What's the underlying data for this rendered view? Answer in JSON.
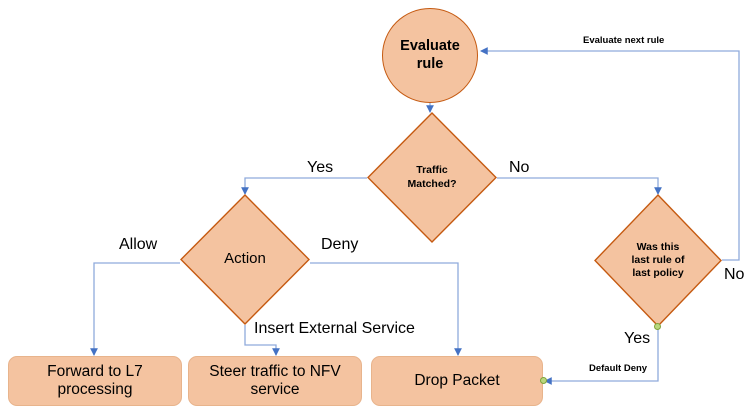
{
  "diagram": {
    "title": "Firewall rule evaluation flowchart",
    "colors": {
      "shape_fill": "#F4C3A0",
      "shape_stroke": "#C55A11",
      "box_stroke": "#E8B48C",
      "connector": "#8FAADC",
      "arrowhead": "#4472C4",
      "port": "#B9D77E",
      "text": "#000000",
      "background": "#FFFFFF"
    },
    "nodes": {
      "evaluate_rule": {
        "label": "Evaluate\nrule",
        "line1": "Evaluate",
        "line2": "rule",
        "shape": "circle"
      },
      "traffic_matched": {
        "line1": "Traffic",
        "line2": "Matched?",
        "shape": "diamond"
      },
      "action": {
        "label": "Action",
        "shape": "diamond"
      },
      "last_rule": {
        "line1": "Was this",
        "line2": "last rule of",
        "line3": "last policy",
        "shape": "diamond"
      },
      "forward_l7": {
        "line1": "Forward to L7",
        "line2": "processing",
        "shape": "rounded-rect"
      },
      "steer_nfv": {
        "line1": "Steer traffic to NFV",
        "line2": "service",
        "shape": "rounded-rect"
      },
      "drop_packet": {
        "label": "Drop Packet",
        "shape": "rounded-rect"
      }
    },
    "edge_labels": {
      "evaluate_next_rule": "Evaluate next rule",
      "yes_matched": "Yes",
      "no_matched": "No",
      "allow": "Allow",
      "deny": "Deny",
      "insert_external_service": "Insert External Service",
      "yes_last_rule": "Yes",
      "no_last_rule": "No",
      "default_deny": "Default Deny"
    }
  }
}
